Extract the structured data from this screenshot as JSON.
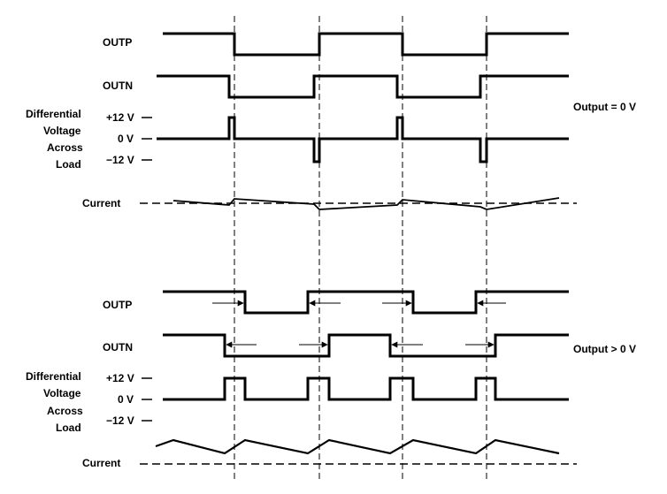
{
  "top": {
    "outp_label": "OUTP",
    "outn_label": "OUTN",
    "diff_label_lines": [
      "Differential",
      "Voltage",
      "Across",
      "Load"
    ],
    "pos12": "+12 V",
    "zero": "0 V",
    "neg12": "−12 V",
    "current_label": "Current",
    "condition": "Output = 0 V"
  },
  "bottom": {
    "outp_label": "OUTP",
    "outn_label": "OUTN",
    "diff_label_lines": [
      "Differential",
      "Voltage",
      "Across",
      "Load"
    ],
    "pos12": "+12 V",
    "zero": "0 V",
    "neg12": "−12 V",
    "current_label": "Current",
    "condition": "Output > 0 V"
  }
}
